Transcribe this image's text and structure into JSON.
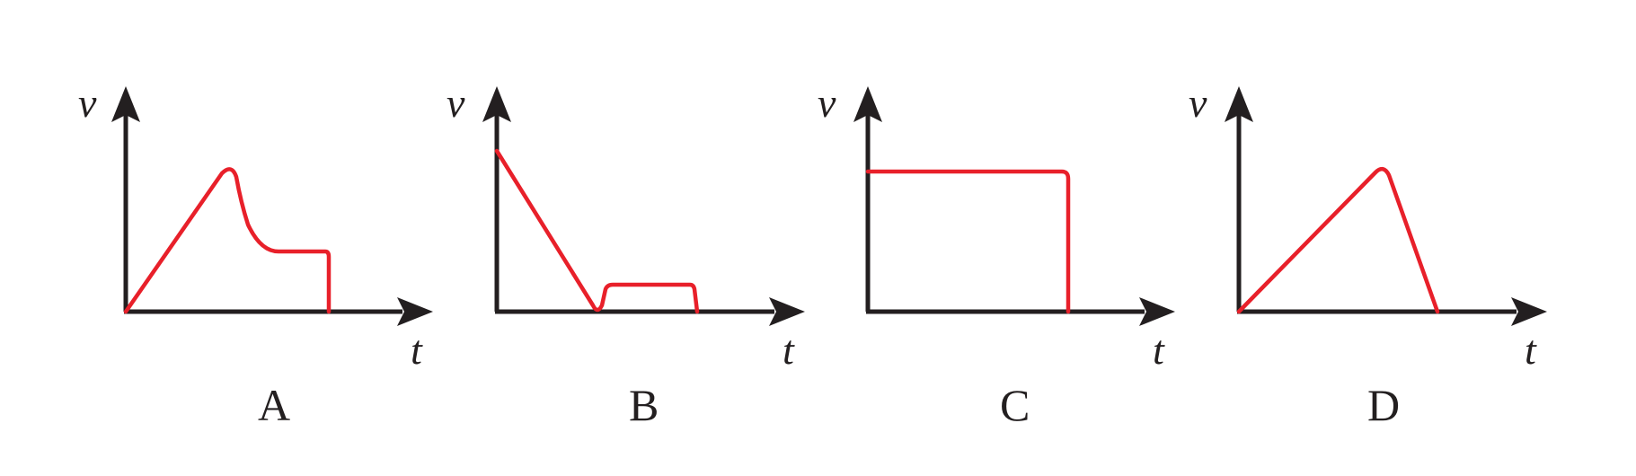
{
  "figure": {
    "curve_color": "#e8202a",
    "axis_color": "#231f20",
    "panels": [
      {
        "id": "A",
        "label": "A",
        "y_axis_label": "v",
        "x_axis_label": "t",
        "curve_description": "linear rise to a peak, smooth drop to a constant level, then drops to zero"
      },
      {
        "id": "B",
        "label": "B",
        "y_axis_label": "v",
        "x_axis_label": "t",
        "curve_description": "starts high, falls linearly to zero, then a short low constant segment, then zero"
      },
      {
        "id": "C",
        "label": "C",
        "y_axis_label": "v",
        "x_axis_label": "t",
        "curve_description": "constant velocity from start, then drops to zero"
      },
      {
        "id": "D",
        "label": "D",
        "y_axis_label": "v",
        "x_axis_label": "t",
        "curve_description": "linear rise to a peak then linear fall to zero"
      }
    ]
  }
}
